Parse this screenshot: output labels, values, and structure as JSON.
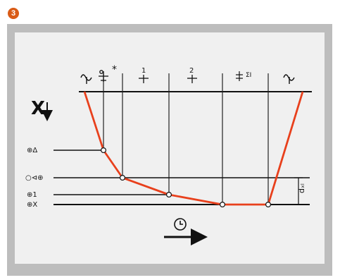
{
  "badge": "3",
  "colors": {
    "accent": "#d95b16",
    "frame": "#bdbdbd",
    "panel": "#f0f0f0",
    "ink": "#111111",
    "curve": "#e8401c"
  },
  "diagram": {
    "axis_label": "X",
    "axis_direction_icon": "arrow-down-icon",
    "time_icon": "clock-icon",
    "time_direction_icon": "arrow-right-icon",
    "row_labels": [
      "⊕Δ",
      "○⊲⊕",
      "⊕1",
      "⊕X"
    ],
    "dimension_label": "dₓₗ",
    "top_symbols": [
      "wave-hook-symbol",
      "star-well-symbol",
      "fraction-one-symbol",
      "fraction-two-symbol",
      "sigma-symbol",
      "wave-hook-symbol"
    ],
    "top_symbol_texts": [
      "",
      "*",
      "1",
      "2",
      "ΣI",
      ""
    ]
  }
}
